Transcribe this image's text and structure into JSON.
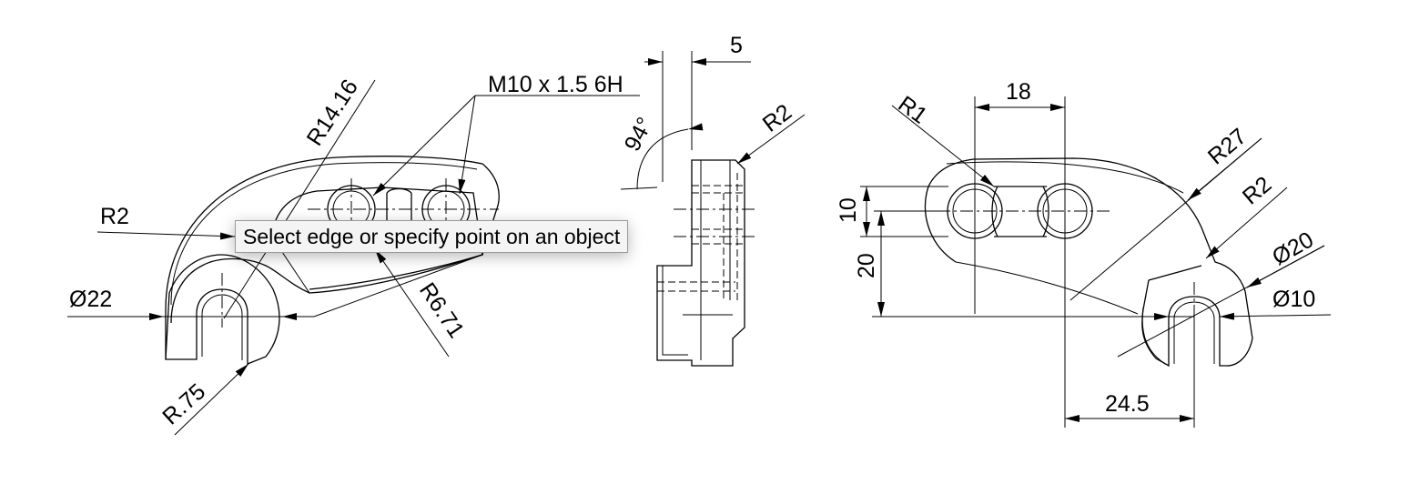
{
  "left_view": {
    "callout_thread": "M10 x 1.5 6H",
    "radius_outer": "R14.16",
    "radius_edge": "R2",
    "diameter_slot": "Ø22",
    "radius_slot_corner": "R.75",
    "radius_inner": "R6.71"
  },
  "side_view": {
    "dim_width": "5",
    "angle": "94°",
    "radius_corner": "R2"
  },
  "right_view": {
    "radius_small": "R1",
    "dim_pitch": "18",
    "radius_large": "R27",
    "radius_edge": "R2",
    "diameter_outer": "Ø20",
    "diameter_inner": "Ø10",
    "dim_height_slot": "10",
    "dim_height": "20",
    "dim_offset": "24.5"
  },
  "tooltip": {
    "text": "Select edge or specify point on an object"
  }
}
